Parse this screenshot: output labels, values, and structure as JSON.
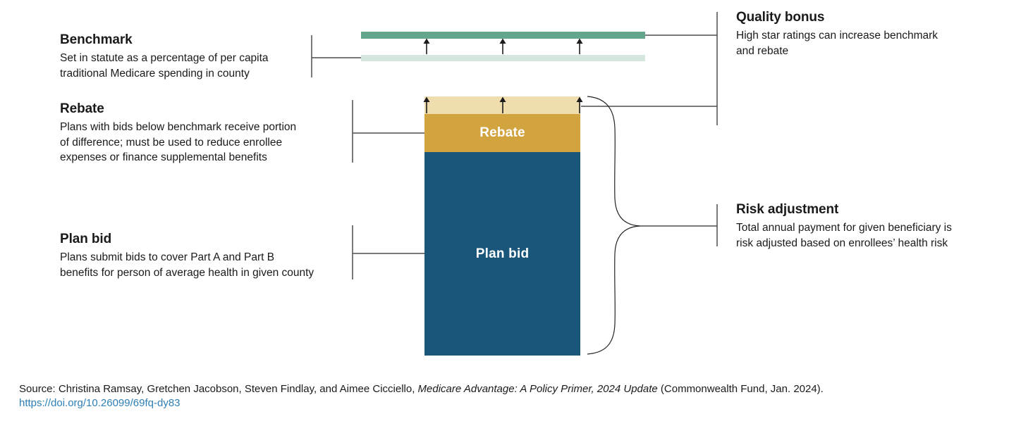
{
  "diagram": {
    "title_labels": {
      "benchmark": {
        "title": "Benchmark",
        "body": "Set in statute as a percentage of per capita\ntraditional Medicare spending in county"
      },
      "rebate": {
        "title": "Rebate",
        "body": "Plans with bids below benchmark receive portion\nof difference; must be used to reduce enrollee\nexpenses or finance supplemental benefits"
      },
      "plan_bid": {
        "title": "Plan bid",
        "body": "Plans submit bids to cover Part A and Part B\nbenefits for person of average health in given county"
      },
      "quality_bonus": {
        "title": "Quality bonus",
        "body": "High star ratings can increase benchmark\nand rebate"
      },
      "risk_adjustment": {
        "title": "Risk adjustment",
        "body": "Total annual payment for given beneficiary is\nrisk adjusted based on enrollees’ health risk"
      }
    },
    "bars": {
      "rebate_label": "Rebate",
      "plan_bid_label": "Plan bid"
    }
  },
  "colors": {
    "benchmark_green": "#63a68b",
    "benchmark_light_green": "#d5e6dc",
    "quality_tan": "#efddae",
    "rebate_gold": "#d1a440",
    "plan_bid_blue": "#1a567a",
    "connector_gray": "#4d4d4d",
    "arrow_black": "#1c1c1c",
    "text_black": "#1a1a1a",
    "link_blue": "#2e7fb5"
  },
  "source": {
    "prefix": "Source: Christina Ramsay, Gretchen Jacobson, Steven Findlay, and Aimee Cicciello, ",
    "italic": "Medicare Advantage: A Policy Primer, 2024 Update",
    "suffix": " (Commonwealth Fund, Jan. 2024).",
    "link": "https://doi.org/10.26099/69fq-dy83"
  }
}
